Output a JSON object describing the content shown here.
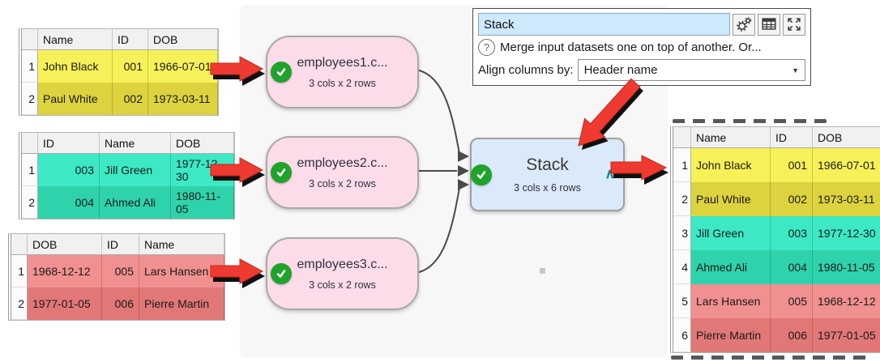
{
  "panel": {
    "name_value": "Stack",
    "description": "Merge input datasets one on top of another. Or...",
    "align_label": "Align columns by:",
    "align_value": "Header name",
    "dropdown_arrow": "▼",
    "help_glyph": "?"
  },
  "nodes": [
    {
      "title": "employees1.c...",
      "subtitle": "3 cols x 2 rows"
    },
    {
      "title": "employees2.c...",
      "subtitle": "3 cols x 2 rows"
    },
    {
      "title": "employees3.c...",
      "subtitle": "3 cols x 2 rows"
    },
    {
      "title": "Stack",
      "subtitle": "3 cols x 6 rows"
    }
  ],
  "stack_caret": "∧",
  "tables": {
    "input1": {
      "headers": [
        "Name",
        "ID",
        "DOB"
      ],
      "widths": [
        20,
        92,
        44,
        86
      ],
      "aligns": [
        "r",
        "l",
        "r",
        "l"
      ],
      "row_classes": [
        "c-y1",
        "c-y2"
      ],
      "rows": [
        [
          "1",
          "John Black",
          "001",
          "1966-07-01"
        ],
        [
          "2",
          "Paul White",
          "002",
          "1973-03-11"
        ]
      ]
    },
    "input2": {
      "headers": [
        "ID",
        "Name",
        "DOB"
      ],
      "widths": [
        20,
        76,
        88,
        78
      ],
      "aligns": [
        "r",
        "r",
        "l",
        "l"
      ],
      "row_classes": [
        "c-t1",
        "c-t2"
      ],
      "rows": [
        [
          "1",
          "003",
          "Jill Green",
          "1977-12-30"
        ],
        [
          "2",
          "004",
          "Ahmed Ali",
          "1980-11-05"
        ]
      ]
    },
    "input3": {
      "headers": [
        "DOB",
        "ID",
        "Name"
      ],
      "widths": [
        20,
        92,
        46,
        105
      ],
      "aligns": [
        "r",
        "l",
        "r",
        "l"
      ],
      "row_classes": [
        "c-r1",
        "c-r2"
      ],
      "rows": [
        [
          "1",
          "1968-12-12",
          "005",
          "Lars Hansen"
        ],
        [
          "2",
          "1977-01-05",
          "006",
          "Pierre Martin"
        ]
      ]
    },
    "output": {
      "headers": [
        "Name",
        "ID",
        "DOB"
      ],
      "widths": [
        22,
        98,
        52,
        86
      ],
      "aligns": [
        "r",
        "l",
        "r",
        "l"
      ],
      "row_classes": [
        "c-y1",
        "c-y2",
        "c-t1",
        "c-t2",
        "c-r1",
        "c-r2"
      ],
      "rows": [
        [
          "1",
          "John Black",
          "001",
          "1966-07-01"
        ],
        [
          "2",
          "Paul White",
          "002",
          "1973-03-11"
        ],
        [
          "3",
          "Jill Green",
          "003",
          "1977-12-30"
        ],
        [
          "4",
          "Ahmed Ali",
          "004",
          "1980-11-05"
        ],
        [
          "5",
          "Lars Hansen",
          "005",
          "1968-12-12"
        ],
        [
          "6",
          "Pierre Martin",
          "006",
          "1977-01-05"
        ]
      ]
    }
  },
  "colors": {
    "accent_red": "#ee3a30",
    "node_pink": "#fbdce8",
    "node_blue": "#daeafa",
    "check_green": "#1fa32a",
    "caret_teal": "#0b7f8a",
    "wire_gray": "#4a4a4a",
    "yellow_light": "#f7f159",
    "yellow_dark": "#dcd33e",
    "teal_light": "#3ce9c4",
    "teal_dark": "#2fd3ab",
    "red_light": "#f19090",
    "red_dark": "#e27777"
  }
}
